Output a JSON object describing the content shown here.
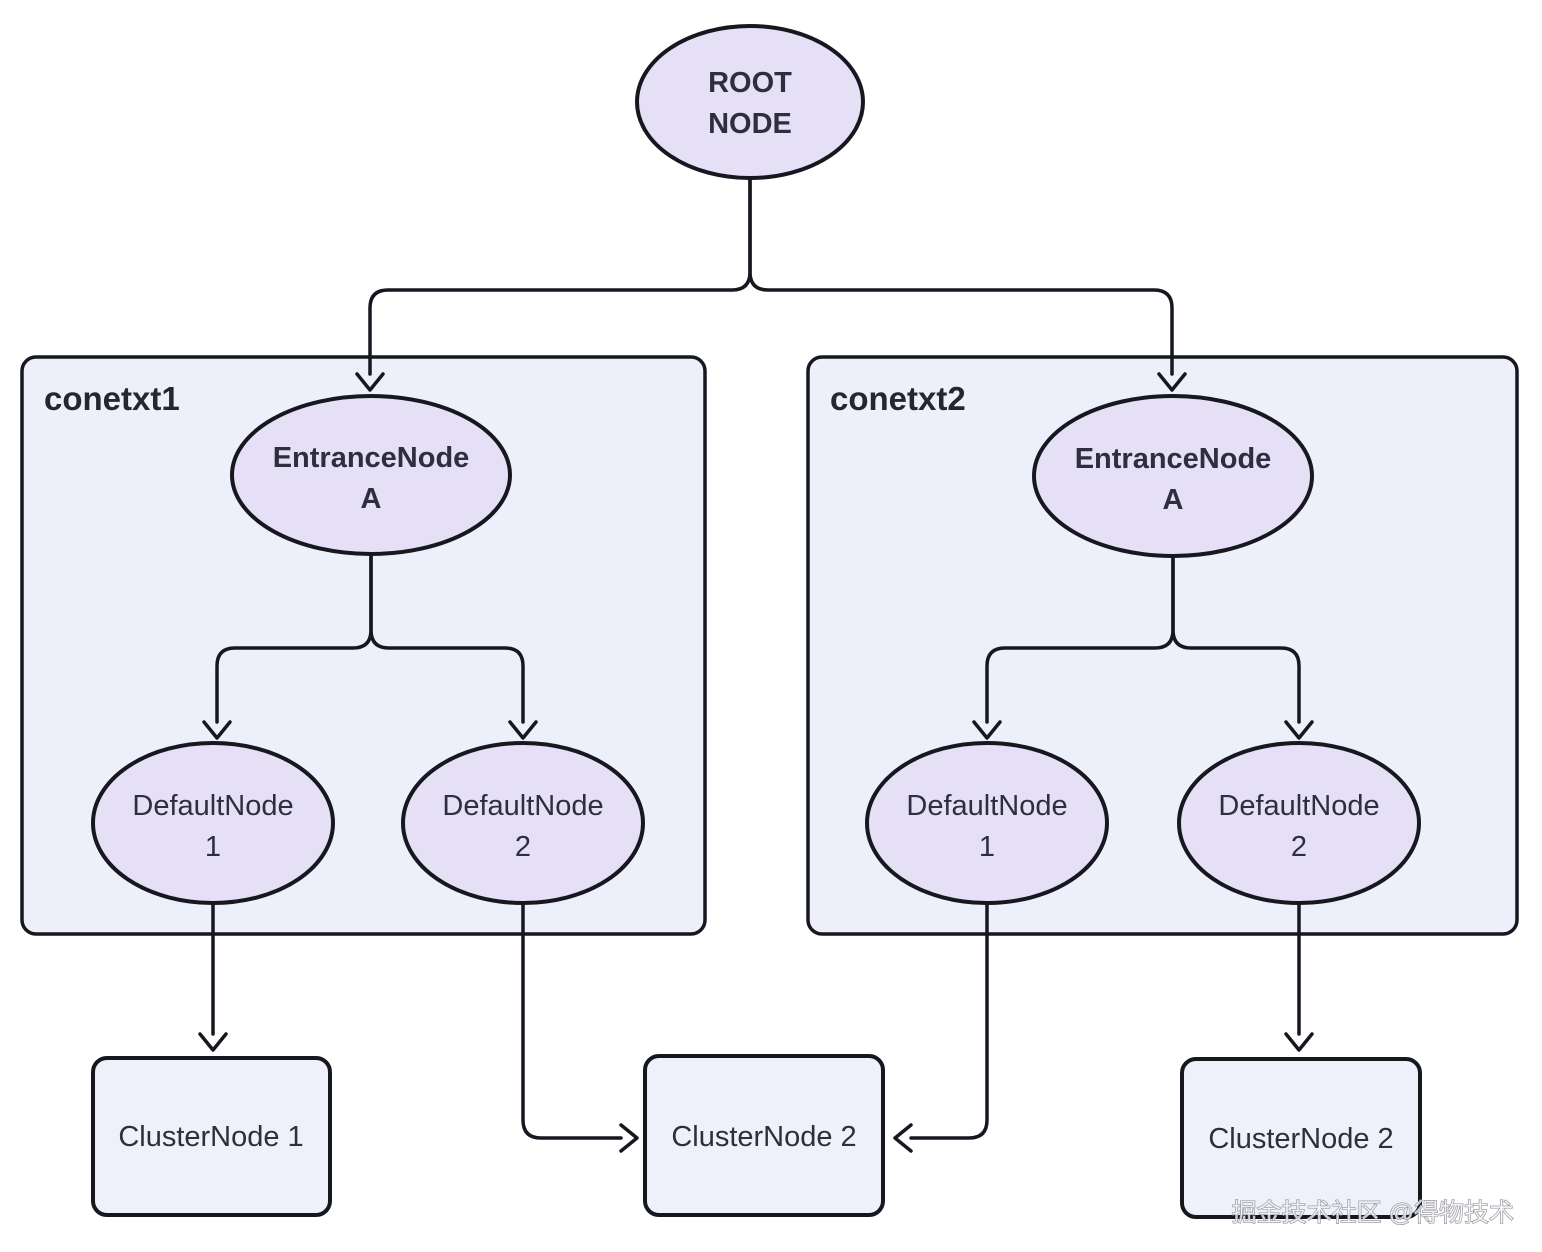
{
  "colors": {
    "stroke": "#17171f",
    "text": "#2e2e3e",
    "container_label_color": "#26262e",
    "node_fill": "#e6e0f6",
    "container_fill": "#edf0fb",
    "cluster_fill": "#eef0fa"
  },
  "root": {
    "line1": "ROOT",
    "line2": "NODE"
  },
  "contexts": [
    {
      "label": "conetxt1",
      "entrance": {
        "line1": "EntranceNode",
        "line2": "A"
      },
      "default1": {
        "line1": "DefaultNode",
        "line2": "1"
      },
      "default2": {
        "line1": "DefaultNode",
        "line2": "2"
      }
    },
    {
      "label": "conetxt2",
      "entrance": {
        "line1": "EntranceNode",
        "line2": "A"
      },
      "default1": {
        "line1": "DefaultNode",
        "line2": "1"
      },
      "default2": {
        "line1": "DefaultNode",
        "line2": "2"
      }
    }
  ],
  "clusters": {
    "left": "ClusterNode 1",
    "middle": "ClusterNode 2",
    "right": "ClusterNode 2"
  },
  "watermark": "掘金技术社区 @得物技术"
}
